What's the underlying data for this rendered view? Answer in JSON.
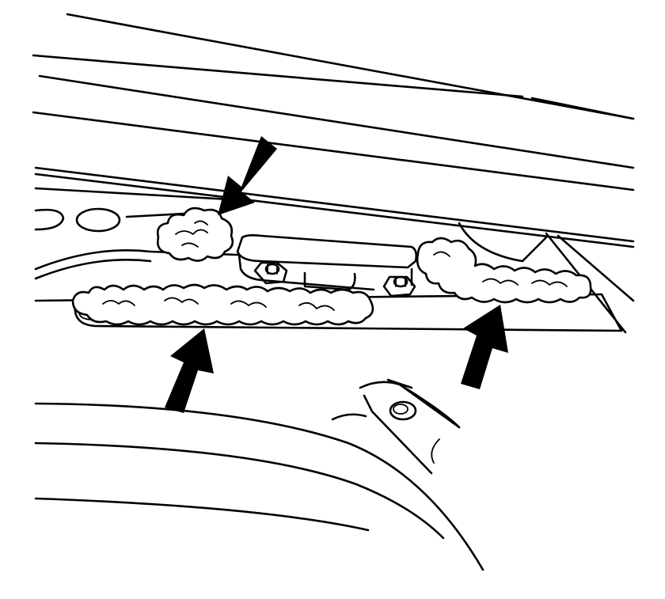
{
  "diagram": {
    "subject": "sealer-application-on-body-panel",
    "colors": {
      "line": "#000000",
      "background": "#ffffff",
      "arrow": "#000000"
    },
    "callout_arrows": [
      {
        "name": "arrow-upper-left",
        "points_to": "sealer-bead-upper"
      },
      {
        "name": "arrow-lower-left",
        "points_to": "sealer-bead-lower-left"
      },
      {
        "name": "arrow-lower-right",
        "points_to": "sealer-bead-right"
      }
    ],
    "sealer_beads": [
      {
        "name": "sealer-bead-upper"
      },
      {
        "name": "sealer-bead-lower-left"
      },
      {
        "name": "sealer-bead-right"
      }
    ],
    "fasteners": [
      {
        "name": "nut-left"
      },
      {
        "name": "nut-right"
      }
    ]
  }
}
